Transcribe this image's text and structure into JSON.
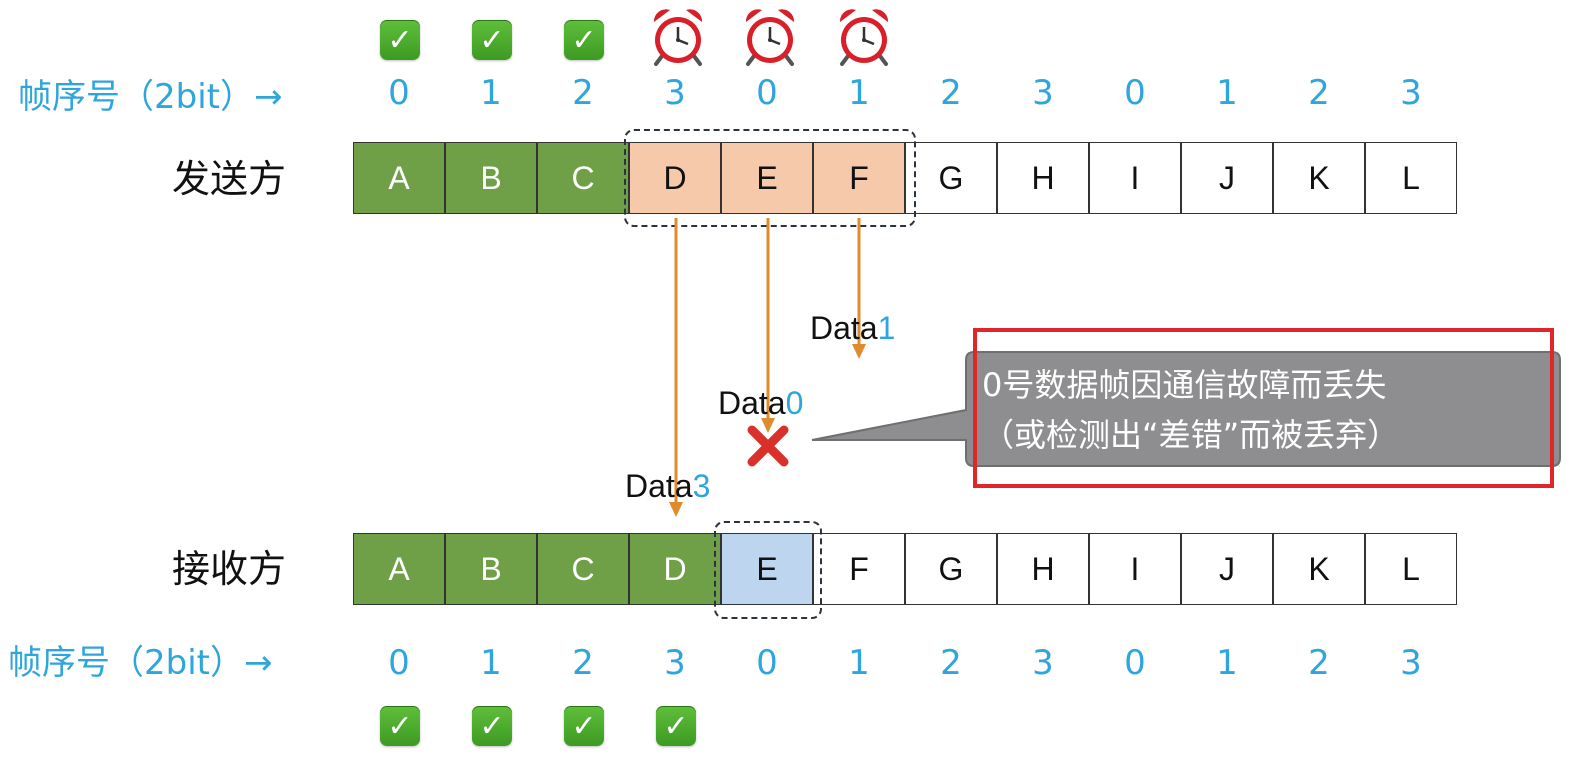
{
  "top": {
    "seq_label": "帧序号（2bit）→",
    "seq_numbers": [
      "0",
      "1",
      "2",
      "3",
      "0",
      "1",
      "2",
      "3",
      "0",
      "1",
      "2",
      "3"
    ],
    "status_icons": [
      "check-icon",
      "check-icon",
      "check-icon",
      "alarm-clock-icon",
      "alarm-clock-icon",
      "alarm-clock-icon"
    ]
  },
  "sender": {
    "label": "发送方",
    "frames": [
      "A",
      "B",
      "C",
      "D",
      "E",
      "F",
      "G",
      "H",
      "I",
      "J",
      "K",
      "L"
    ]
  },
  "receiver": {
    "label": "接收方",
    "frames": [
      "A",
      "B",
      "C",
      "D",
      "E",
      "F",
      "G",
      "H",
      "I",
      "J",
      "K",
      "L"
    ]
  },
  "bottom": {
    "seq_label": "帧序号（2bit）→",
    "seq_numbers": [
      "0",
      "1",
      "2",
      "3",
      "0",
      "1",
      "2",
      "3",
      "0",
      "1",
      "2",
      "3"
    ],
    "status_icons": [
      "check-icon",
      "check-icon",
      "check-icon",
      "check-icon"
    ]
  },
  "transmissions": {
    "data1": {
      "word": "Data",
      "num": "1"
    },
    "data0": {
      "word": "Data",
      "num": "0"
    },
    "data3": {
      "word": "Data",
      "num": "3"
    }
  },
  "callout": {
    "line1": "0号数据帧因通信故障而丢失",
    "line2": "（或检测出“差错”而被丢弃）"
  },
  "colors": {
    "acked": "#6fa047",
    "sender_window": "#f6c9aa",
    "receiver_window": "#bdd5ee",
    "sequence_text": "#2ea6dc",
    "arrow": "#e08b2c",
    "lost_mark": "#d9302a",
    "highlight_frame": "#e0262b"
  }
}
